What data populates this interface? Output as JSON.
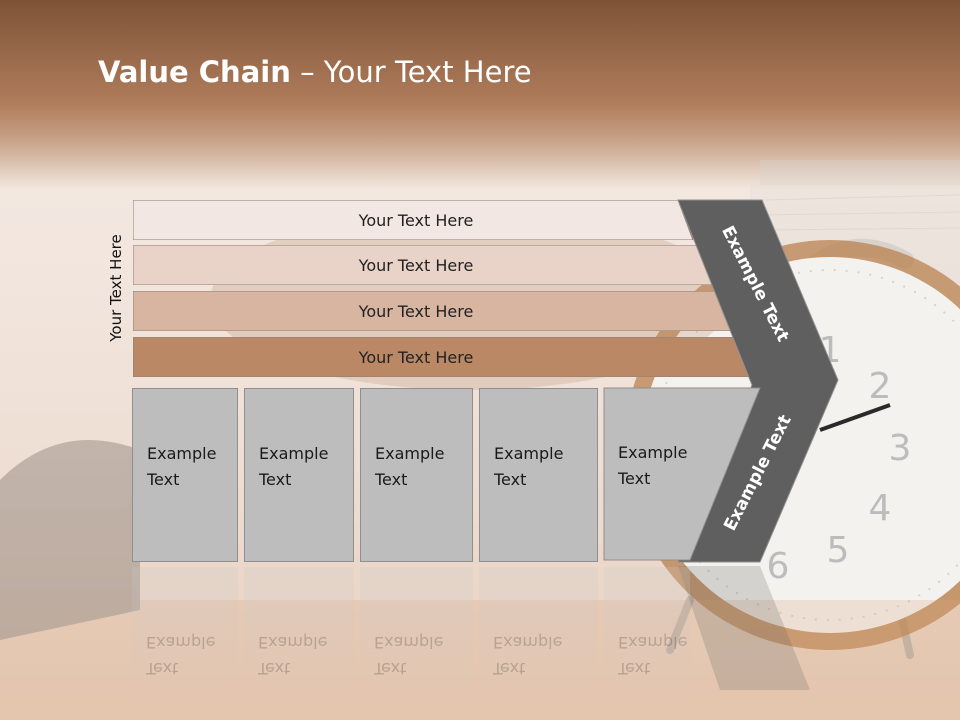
{
  "title": {
    "bold": "Value Chain",
    "rest": " – Your Text Here"
  },
  "side_label": "Your Text Here",
  "bands": [
    {
      "label": "Your Text Here"
    },
    {
      "label": "Your Text Here"
    },
    {
      "label": "Your Text Here"
    },
    {
      "label": "Your Text Here"
    }
  ],
  "columns": [
    {
      "line1": "Example",
      "line2": "Text"
    },
    {
      "line1": "Example",
      "line2": "Text"
    },
    {
      "line1": "Example",
      "line2": "Text"
    },
    {
      "line1": "Example",
      "line2": "Text"
    },
    {
      "line1": "Example",
      "line2": "Text"
    }
  ],
  "chevron": {
    "top_text": "Example Text",
    "bottom_text": "Example Text"
  },
  "colors": {
    "header": "#a8795a",
    "band1": "#f2e7e2",
    "band2": "#e9d2c7",
    "band3": "#d8b5a1",
    "band4": "#bb8866",
    "chevron": "#5f5f5f",
    "column": "#bdbdbd"
  }
}
